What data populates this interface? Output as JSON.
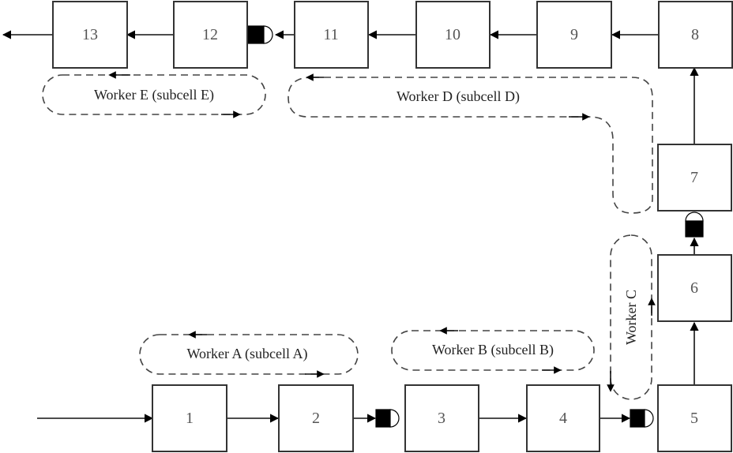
{
  "diagram": {
    "type": "production-line-layout",
    "stations": [
      {
        "id": "1",
        "label": "1"
      },
      {
        "id": "2",
        "label": "2"
      },
      {
        "id": "3",
        "label": "3"
      },
      {
        "id": "4",
        "label": "4"
      },
      {
        "id": "5",
        "label": "5"
      },
      {
        "id": "6",
        "label": "6"
      },
      {
        "id": "7",
        "label": "7"
      },
      {
        "id": "8",
        "label": "8"
      },
      {
        "id": "9",
        "label": "9"
      },
      {
        "id": "10",
        "label": "10"
      },
      {
        "id": "11",
        "label": "11"
      },
      {
        "id": "12",
        "label": "12"
      },
      {
        "id": "13",
        "label": "13"
      }
    ],
    "flows": [
      {
        "from": "input",
        "to": "1"
      },
      {
        "from": "1",
        "to": "2"
      },
      {
        "from": "2",
        "to": "3",
        "buffer": true
      },
      {
        "from": "3",
        "to": "4"
      },
      {
        "from": "4",
        "to": "5",
        "buffer": true
      },
      {
        "from": "5",
        "to": "6"
      },
      {
        "from": "6",
        "to": "7",
        "buffer": true
      },
      {
        "from": "7",
        "to": "8"
      },
      {
        "from": "8",
        "to": "9"
      },
      {
        "from": "9",
        "to": "10"
      },
      {
        "from": "10",
        "to": "11"
      },
      {
        "from": "11",
        "to": "12",
        "buffer": true
      },
      {
        "from": "12",
        "to": "13"
      },
      {
        "from": "13",
        "to": "output"
      }
    ],
    "workers": [
      {
        "id": "A",
        "label": "Worker A (subcell A)",
        "stations": [
          "1",
          "2"
        ]
      },
      {
        "id": "B",
        "label": "Worker B (subcell B)",
        "stations": [
          "3",
          "4"
        ]
      },
      {
        "id": "C",
        "label": "Worker C",
        "stations": [
          "5",
          "6"
        ]
      },
      {
        "id": "D",
        "label": "Worker D (subcell D)",
        "stations": [
          "7",
          "8",
          "9",
          "10",
          "11"
        ]
      },
      {
        "id": "E",
        "label": "Worker E (subcell E)",
        "stations": [
          "12",
          "13"
        ]
      }
    ]
  }
}
